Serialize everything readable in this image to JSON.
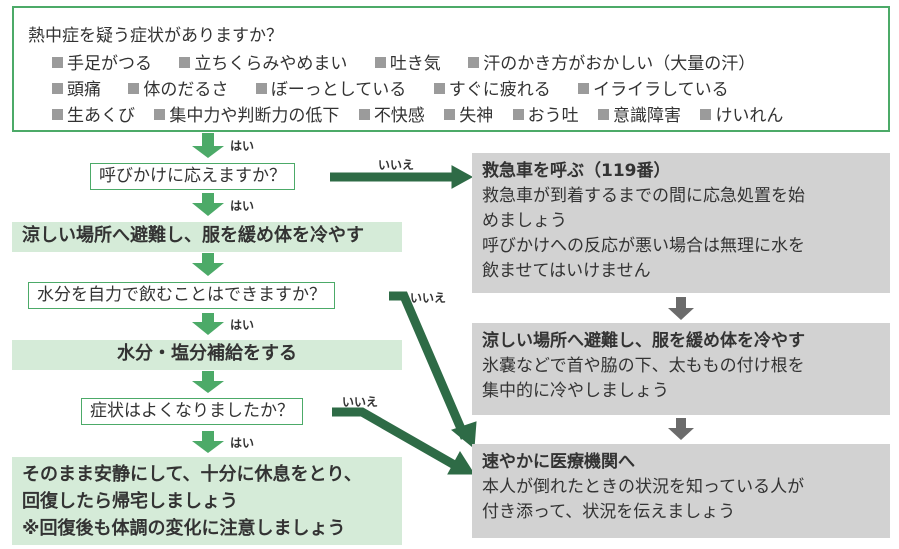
{
  "question1": "熱中症を疑う症状がありますか？",
  "symptoms_row1": [
    "手足がつる",
    "立ちくらみやめまい",
    "吐き気",
    "汗のかき方がおかしい（大量の汗）"
  ],
  "symptoms_row2": [
    "頭痛",
    "体のだるさ",
    "ぼーっとしている",
    "すぐに疲れる",
    "イライラしている"
  ],
  "symptoms_row3": [
    "生あくび",
    "集中力や判断力の低下",
    "不快感",
    "失神",
    "おう吐",
    "意識障害",
    "けいれん"
  ],
  "yes": "はい",
  "no": "いいえ",
  "question2": "呼びかけに応えますか？",
  "action1": "涼しい場所へ避難し、服を緩め体を冷やす",
  "question3": "水分を自力で飲むことはできますか？",
  "action2": "水分・塩分補給をする",
  "question4": "症状はよくなりましたか？",
  "final_ok": [
    "そのまま安静にして、十分に休息をとり、",
    "回復したら帰宅しましょう",
    "※回復後も体調の変化に注意しましょう"
  ],
  "ambulance": {
    "title": "救急車を呼ぶ（119番）",
    "lines": [
      "救急車が到着するまでの間に応急処置を始",
      "めましょう",
      "呼びかけへの反応が悪い場合は無理に水を",
      "飲ませてはいけません"
    ]
  },
  "cool": {
    "title": "涼しい場所へ避難し、服を緩め体を冷やす",
    "lines": [
      "氷嚢などで首や脇の下、太ももの付け根を",
      "集中的に冷やしましょう"
    ]
  },
  "hospital": {
    "title": "速やかに医療機関へ",
    "lines": [
      "本人が倒れたときの状況を知っている人が",
      "付き添って、状況を伝えましょう"
    ]
  },
  "colors": {
    "green": "#4caa68",
    "dark_green": "#2e6b46",
    "light_green": "#d5ebd8",
    "gray": "#d2d2d2",
    "arrow_gray": "#6b6b6b"
  }
}
